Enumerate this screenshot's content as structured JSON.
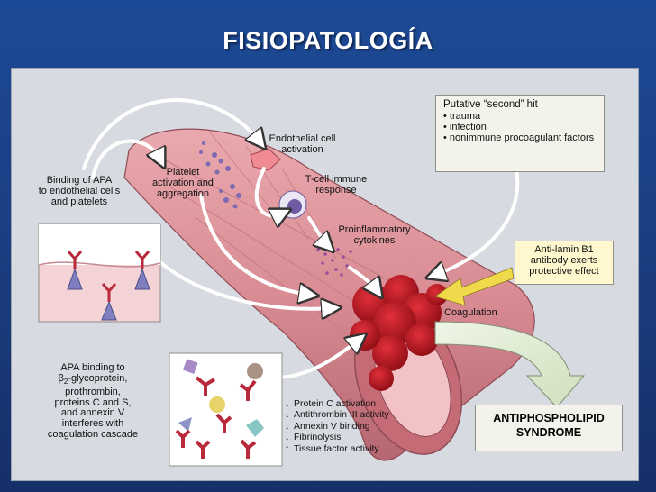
{
  "slide": {
    "title": "FISIOPATOLOGÍA",
    "background_color": "#1a3f86"
  },
  "figure": {
    "labels": {
      "binding_apa": [
        "Binding of APA",
        "to endothelial cells",
        "and platelets"
      ],
      "platelet": [
        "Platelet",
        "activation and",
        "aggregation"
      ],
      "endothelial": [
        "Endothelial cell",
        "activation"
      ],
      "tcell": [
        "T-cell immune",
        "response"
      ],
      "proinflammatory": [
        "Proinflammatory",
        "cytokines"
      ],
      "coagulation": "Coagulation",
      "apa_binding_b2": [
        "APA binding to",
        "β",
        "2",
        "-glycoprotein,",
        "prothrombin,",
        "proteins C and S,",
        "and annexin V",
        "interferes with",
        "coagulation cascade"
      ]
    },
    "second_hit": {
      "title": "Putative “second” hit",
      "items": [
        "trauma",
        "infection",
        "nonimmune procoagulant factors"
      ]
    },
    "lamin_box": [
      "Anti-lamin B1",
      "antibody exerts",
      "protective effect"
    ],
    "aps_box": [
      "ANTIPHOSPHOLIPID",
      "SYNDROME"
    ],
    "effects": [
      {
        "dir": "down",
        "text": "Protein C activation"
      },
      {
        "dir": "down",
        "text": "Antithrombin III activity"
      },
      {
        "dir": "down",
        "text": "Annexin V binding"
      },
      {
        "dir": "down",
        "text": "Fibrinolysis"
      },
      {
        "dir": "up",
        "text": "Tissue factor activity"
      }
    ],
    "colors": {
      "panel": "#d7dae0",
      "vessel": "#d98c93",
      "clot": "#b3121b",
      "antibody": "#b82a3b",
      "receptor": "#7f7fbf",
      "yellow_box": "#fff8cf",
      "arrow_yellow": "#f0d94a",
      "arrow_green": "#dfeccf"
    },
    "icons": [
      "antibody-icon",
      "platelet-icon",
      "clot-icon",
      "tcell-icon",
      "arrow-down-icon",
      "arrow-up-icon"
    ]
  }
}
